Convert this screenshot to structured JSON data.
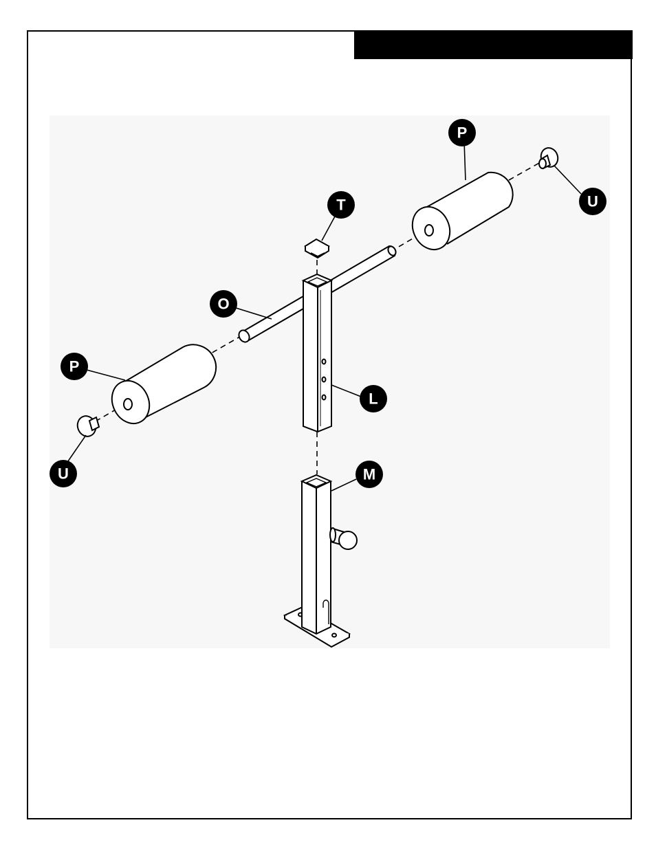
{
  "diagram": {
    "callouts": {
      "P_upper": "P",
      "P_lower": "P",
      "T": "T",
      "U_upper": "U",
      "U_lower": "U",
      "O": "O",
      "L": "L",
      "M": "M"
    }
  },
  "colors": {
    "ink": "#000000",
    "paper": "#ffffff",
    "shade": "#e6e6e6"
  }
}
